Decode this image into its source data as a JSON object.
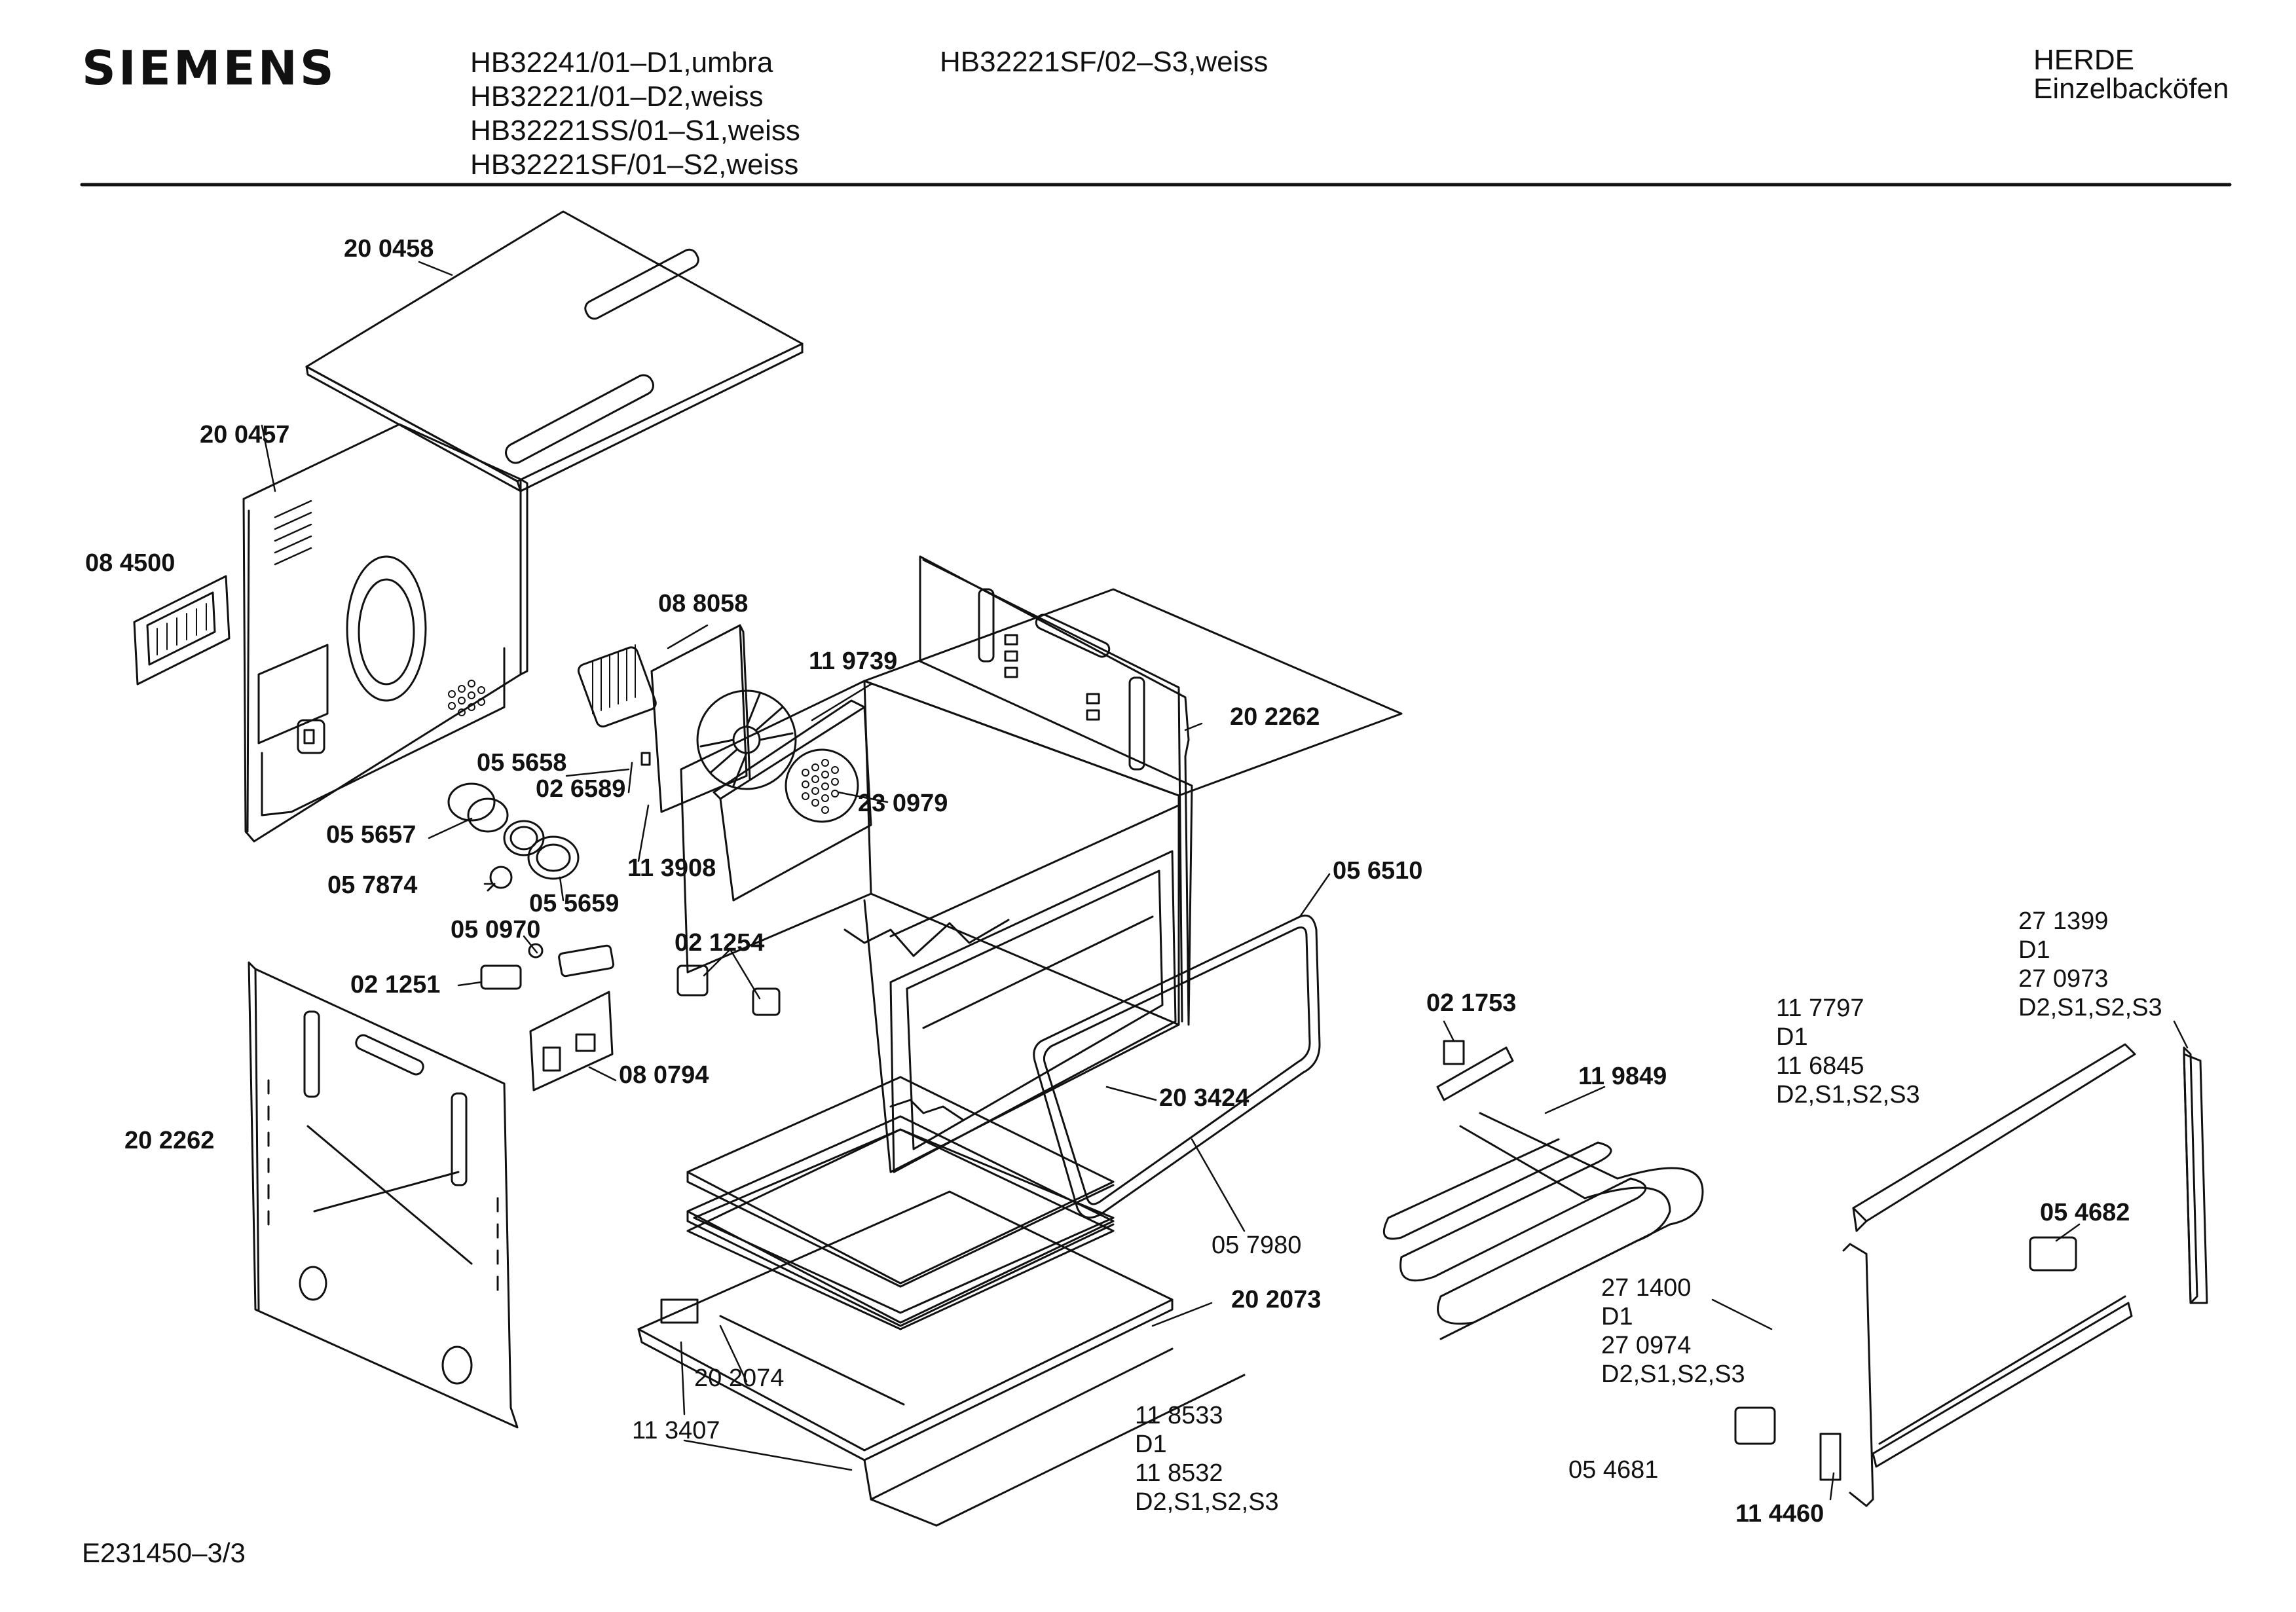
{
  "header": {
    "brand": "SIEMENS",
    "models": [
      "HB32241/01–D1,umbra",
      "HB32221/01–D2,weiss",
      "HB32221SS/01–S1,weiss",
      "HB32221SF/01–S2,weiss"
    ],
    "model_extra": "HB32221SF/02–S3,weiss",
    "category_line1": "HERDE",
    "category_line2": "Einzelbacköfen"
  },
  "footer": {
    "doc_id": "E231450–3/3"
  },
  "parts": {
    "p200458": "20 0458",
    "p200457": "20 0457",
    "p084500": "08 4500",
    "p088058": "08 8058",
    "p119739": "11 9739",
    "p202262_right": "20 2262",
    "p055658": "05 5658",
    "p026589": "02 6589",
    "p230979": "23 0979",
    "p055657": "05 5657",
    "p113908": "11 3908",
    "p057874": "05 7874",
    "p055659": "05 5659",
    "p056510": "05 6510",
    "p050970": "05 0970",
    "p021254": "02 1254",
    "p021251": "02 1251",
    "p080794": "08 0794",
    "p021753": "02 1753",
    "p119849": "11 9849",
    "p203424": "20 3424",
    "p202262_left": "20 2262",
    "p057980": "05 7980",
    "p202073": "20 2073",
    "p202074": "20 2074",
    "p113407": "11 3407",
    "p054682": "05 4682",
    "p054681": "05 4681",
    "p114460": "11 4460",
    "g271399": [
      "27 1399",
      "D1",
      "27 0973",
      "D2,S1,S2,S3"
    ],
    "g117797": [
      "11 7797",
      "D1",
      "11 6845",
      "D2,S1,S2,S3"
    ],
    "g271400": [
      "27 1400",
      "D1",
      "27 0974",
      "D2,S1,S2,S3"
    ],
    "g118533": [
      "11 8533",
      "D1",
      "11 8532",
      "D2,S1,S2,S3"
    ]
  }
}
